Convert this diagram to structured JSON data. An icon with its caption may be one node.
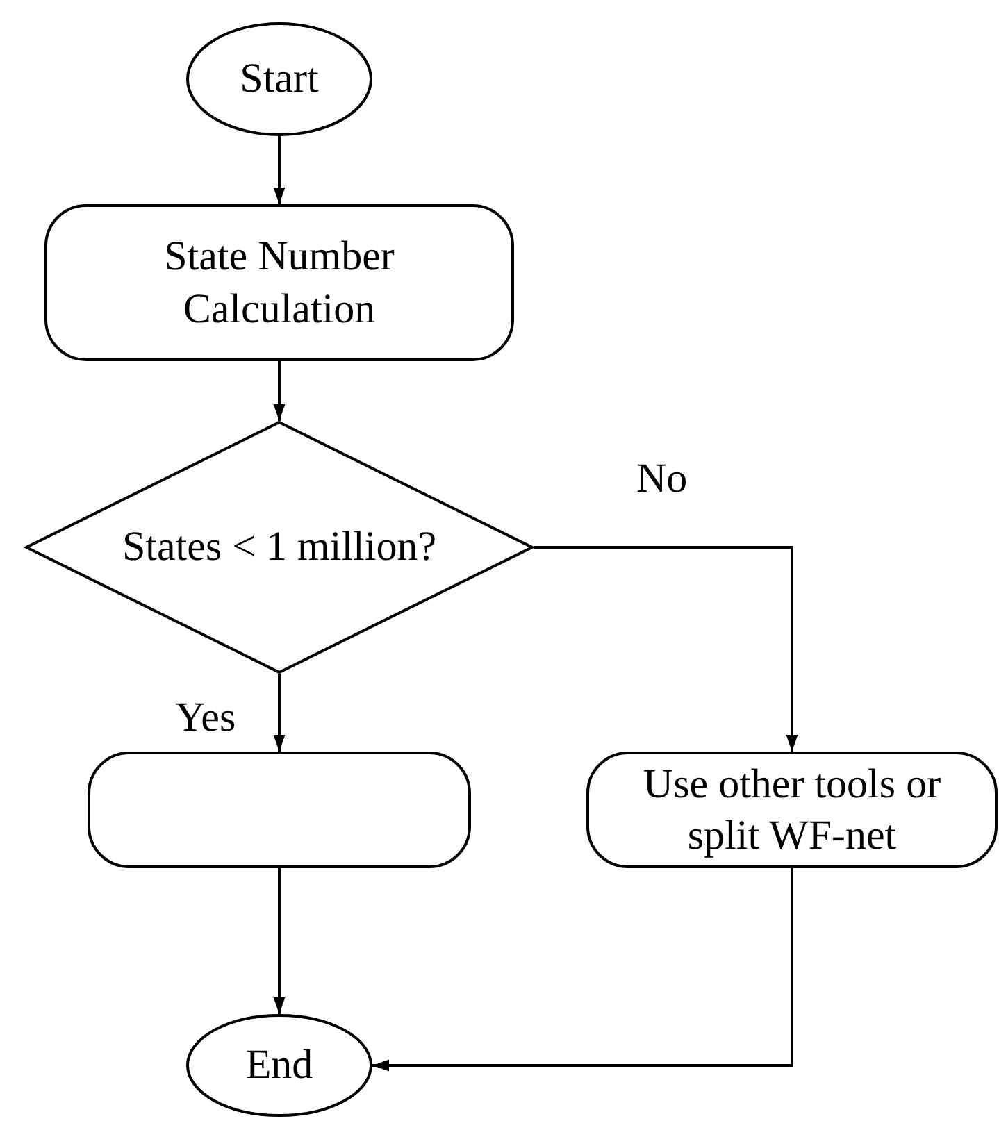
{
  "diagram": {
    "nodes": [
      {
        "text": [
          "Start"
        ]
      },
      {
        "text": [
          "State Number Calculation"
        ]
      },
      {
        "text": [
          "States < 1 million?"
        ]
      },
      {
        "text": [],
        "shape": "box"
      },
      {
        "text": [
          "Use other tools or split WF-net"
        ]
      },
      {
        "text": [
          "End"
        ]
      }
    ],
    "edges": [
      {
        "from": 0,
        "to": 1,
        "arrow": "to"
      },
      {
        "from": 1,
        "to": 2,
        "arrow": "to"
      },
      {
        "from": 2,
        "to": 3,
        "arrow": "to",
        "label": "Yes"
      },
      {
        "from": 2,
        "to": 4,
        "arrow": "to",
        "label": "No"
      },
      {
        "from": 3,
        "to": 5,
        "arrow": "to"
      },
      {
        "from": 4,
        "to": 5,
        "arrow": "to"
      }
    ]
  }
}
